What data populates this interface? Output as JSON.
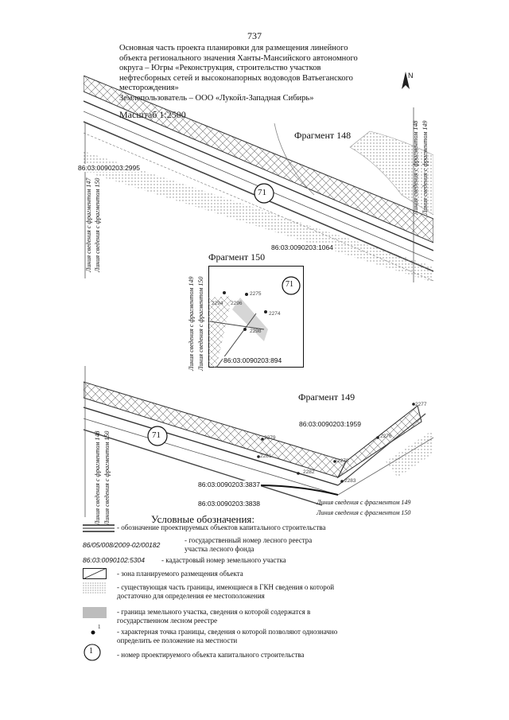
{
  "page_number": "737",
  "title_lines": [
    "Основная часть проекта планировки для размещения линейного",
    "объекта регионального значения Ханты-Мансийского автономного",
    "округа – Югры «Реконструкция, строительство участков",
    "нефтесборных сетей и высоконапорных водоводов Ватьеганского",
    "месторождения»",
    "Землепользователь – ООО «Лукойл-Западная Сибирь»"
  ],
  "scale_label": "Масштаб 1:2500",
  "north_label": "N",
  "fragments": {
    "f148": {
      "label": "Фрагмент 148",
      "object_number": "71",
      "cadastral": [
        "86:03:0090203:2995",
        "86:03:0090203:1064"
      ],
      "tie_left_1": "Линия сведения с фрагментом 147",
      "tie_left_2": "Линия сведения с фрагментом 150",
      "tie_right_1": "Линия сведения с фрагментом 148",
      "tie_right_2": "Линия сведения с фрагментом 149"
    },
    "f150": {
      "label": "Фрагмент 150",
      "object_number": "71",
      "cadastral": "86:03:0090203:894",
      "points": [
        "2275",
        "2274",
        "2298",
        "2294",
        "2296"
      ],
      "tie_left_1": "Линия сведения с фрагментом 149",
      "tie_left_2": "Линия сведения с фрагментом 150"
    },
    "f149": {
      "label": "Фрагмент 149",
      "object_number": "71",
      "cadastral": [
        "86:03:0090203:1959",
        "86:03:0090203:3837",
        "86:03:0090203:3838"
      ],
      "points": [
        "2279",
        "2281",
        "2282",
        "2283",
        "2278",
        "2276",
        "2277"
      ],
      "tie_bottom_1": "Линия сведения с фрагментом 149",
      "tie_bottom_2": "Линия сведения с фрагментом 150",
      "tie_left_1": "Линия сведения с фрагментом 148",
      "tie_left_2": "Линия сведения с фрагментом 150"
    }
  },
  "legend": {
    "title": "Условные обозначения:",
    "items": [
      {
        "symbol": "",
        "text": "- обозначение проектируемых объектов капитального строительства"
      },
      {
        "symbol": "86/05/008/2009-02/00182",
        "text": "- государственный номер лесного реестра участка лесного фонда"
      },
      {
        "symbol": "86:03:0090102:5304",
        "text": "- кадастровый номер земельного участка"
      },
      {
        "symbol": "",
        "text": "- зона планируемого размещения объекта"
      },
      {
        "symbol": "",
        "text": "- существующая часть границы, имеющиеся в ГКН сведения о которой достаточно для определения ее местоположения"
      },
      {
        "symbol": "",
        "text": "- граница земельного участка, сведения о которой содержатся в государственном лесном реестре"
      },
      {
        "symbol": "1",
        "text": "- характерная точка границы, сведения о которой позволяют однозначно определить ее положение на местности"
      },
      {
        "symbol": "1",
        "text": "- номер проектируемого объекта капитального строительства"
      }
    ]
  },
  "colors": {
    "line": "#333333",
    "hatch": "#777777",
    "grey_fill": "#bdbdbd",
    "dots": "#999999"
  }
}
